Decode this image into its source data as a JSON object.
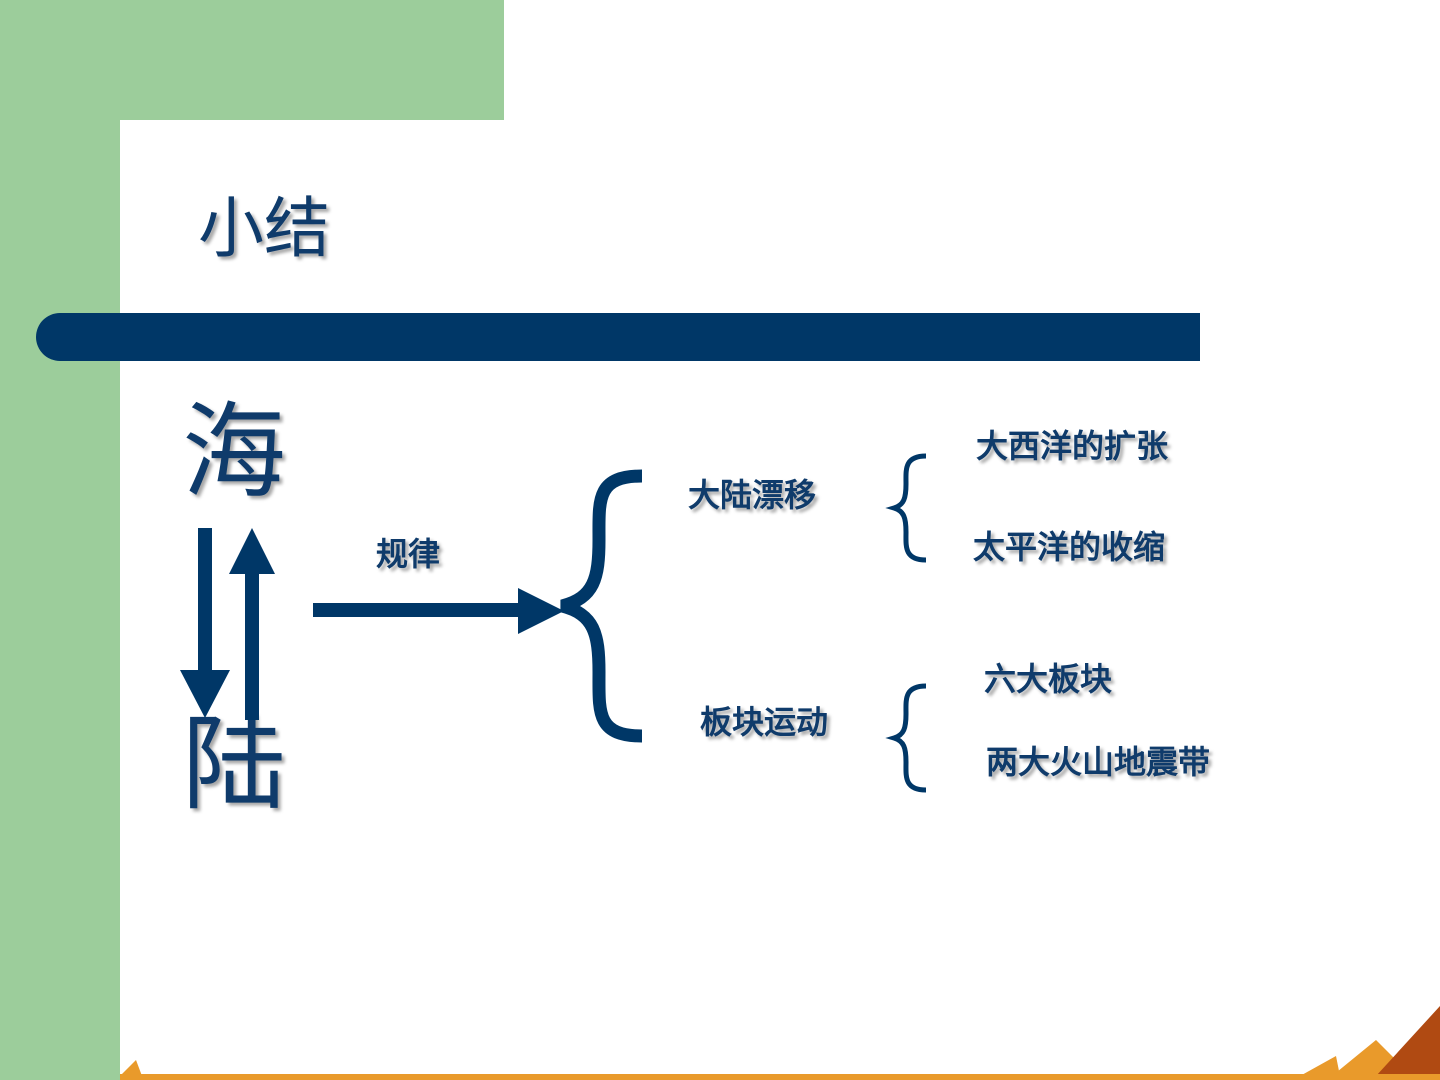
{
  "title": "小结",
  "sea": "海",
  "land": "陆",
  "relation_label": "规律",
  "branches": [
    {
      "label": "大陆漂移",
      "details": [
        "大西洋的扩张",
        "太平洋的收缩"
      ]
    },
    {
      "label": "板块运动",
      "details": [
        "六大板块",
        "两大火山地震带"
      ]
    }
  ],
  "colors": {
    "green_panel": "#9ccd9b",
    "navy": "#003767",
    "text": "#0f3b6b",
    "orange_accent": "#e99a2b",
    "brown_accent": "#b04a12"
  }
}
